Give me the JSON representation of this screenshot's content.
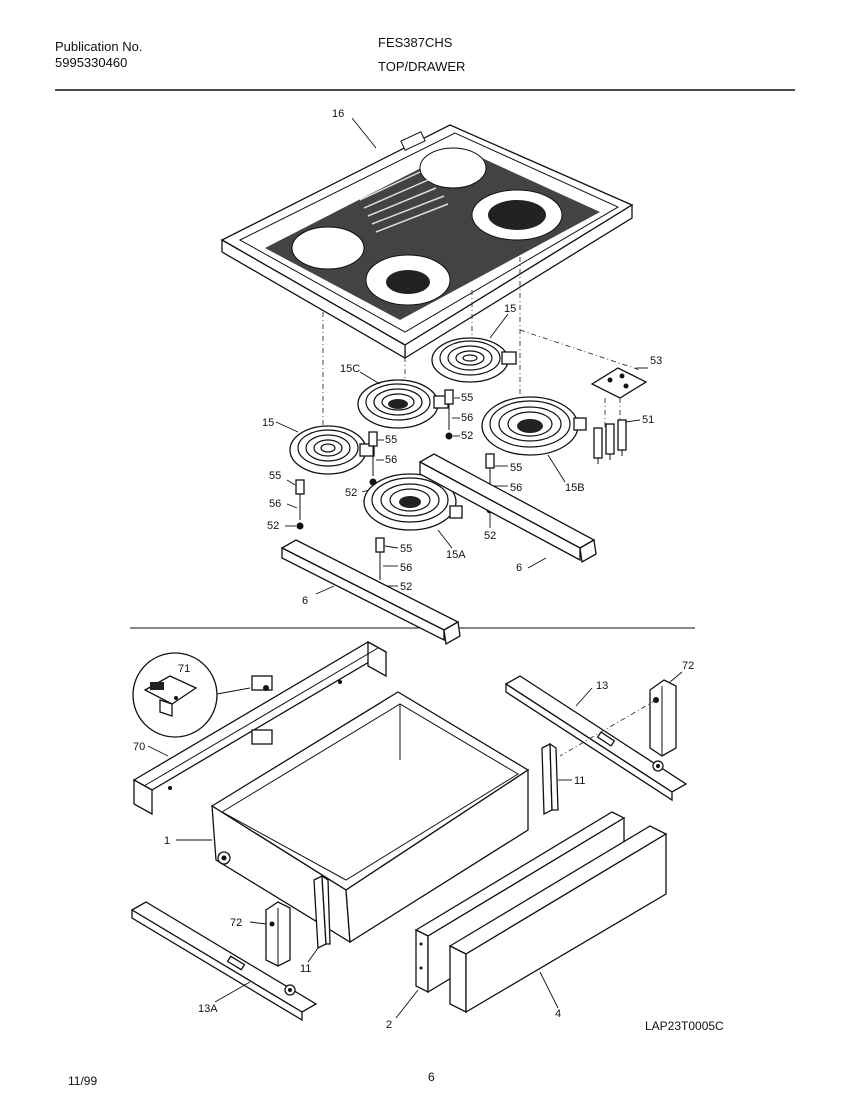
{
  "header": {
    "publication_label": "Publication No.",
    "publication_number": "5995330460",
    "model": "FES387CHS",
    "section": "TOP/DRAWER"
  },
  "footer": {
    "date": "11/99",
    "page": "6",
    "drawing_id": "LAP23T0005C"
  },
  "callouts": {
    "c16": "16",
    "c15_top": "15",
    "c15c": "15C",
    "c15_left": "15",
    "c15a": "15A",
    "c15b": "15B",
    "c53": "53",
    "c51": "51",
    "c55_a": "55",
    "c56_a": "56",
    "c52_a": "52",
    "c55_b": "55",
    "c56_b": "56",
    "c52_b": "52",
    "c55_c": "55",
    "c56_c": "56",
    "c52_c": "52",
    "c55_d": "55",
    "c56_d": "56",
    "c52_d": "52",
    "c55_e": "55",
    "c56_e": "56",
    "c52_e": "52",
    "c6_left": "6",
    "c6_right": "6",
    "c71": "71",
    "c70": "70",
    "c72_right": "72",
    "c13": "13",
    "c11_right": "11",
    "c1": "1",
    "c72_left": "72",
    "c11_left": "11",
    "c13a": "13A",
    "c2": "2",
    "c4": "4"
  }
}
